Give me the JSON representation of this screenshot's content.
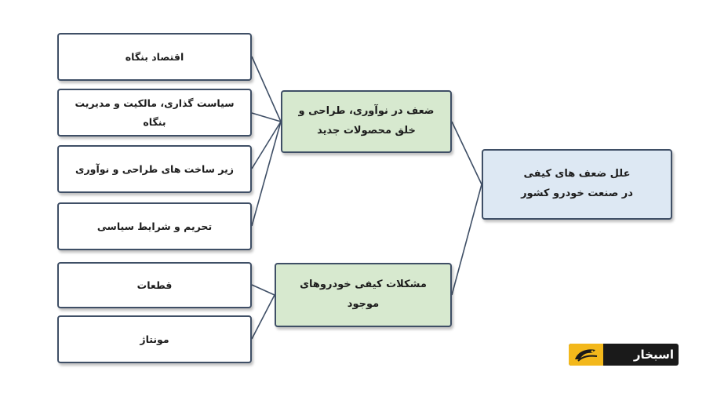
{
  "diagram": {
    "leaves": [
      "اقتصاد بنگاه",
      "سیاست گذاری، مالکیت  و مدیریت بنگاه",
      "زیر ساخت های طراحی و نوآوری",
      "تحریم و شرایط سیاسی",
      "قطعات",
      "مونتاژ"
    ],
    "middle": [
      "ضعف در نوآوری، طراحی و خلق محصولات جدید",
      "مشکلات کیفی خودروهای موجود"
    ],
    "root": {
      "line1": "علل ضعف های کیفی",
      "line2": "در صنعت خودرو  کشور"
    }
  },
  "logo": {
    "text": "اسبخار",
    "brand_color": "#f3b81b"
  },
  "colors": {
    "border": "#3f4f66",
    "middle_fill": "#d7e9cf",
    "root_fill": "#dde8f3"
  }
}
